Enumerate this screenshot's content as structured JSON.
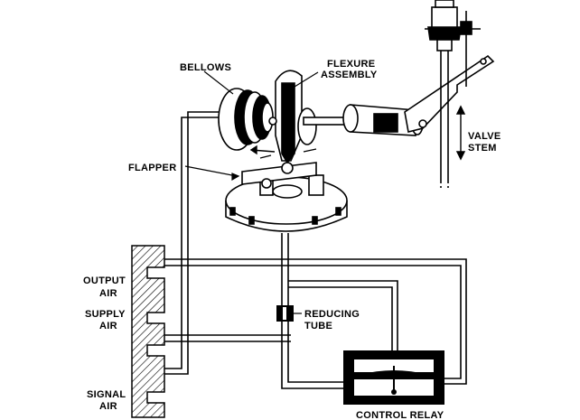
{
  "labels": {
    "bellows": "BELLOWS",
    "flexure_1": "FLEXURE",
    "flexure_2": "ASSEMBLY",
    "valve_1": "VALVE",
    "valve_2": "STEM",
    "flapper": "FLAPPER",
    "output_1": "OUTPUT",
    "output_2": "AIR",
    "supply_1": "SUPPLY",
    "supply_2": "AIR",
    "signal_1": "SIGNAL",
    "signal_2": "AIR",
    "reducing_1": "REDUCING",
    "reducing_2": "TUBE",
    "control_relay": "CONTROL RELAY"
  },
  "colors": {
    "ink": "#000000",
    "paper": "#ffffff"
  }
}
